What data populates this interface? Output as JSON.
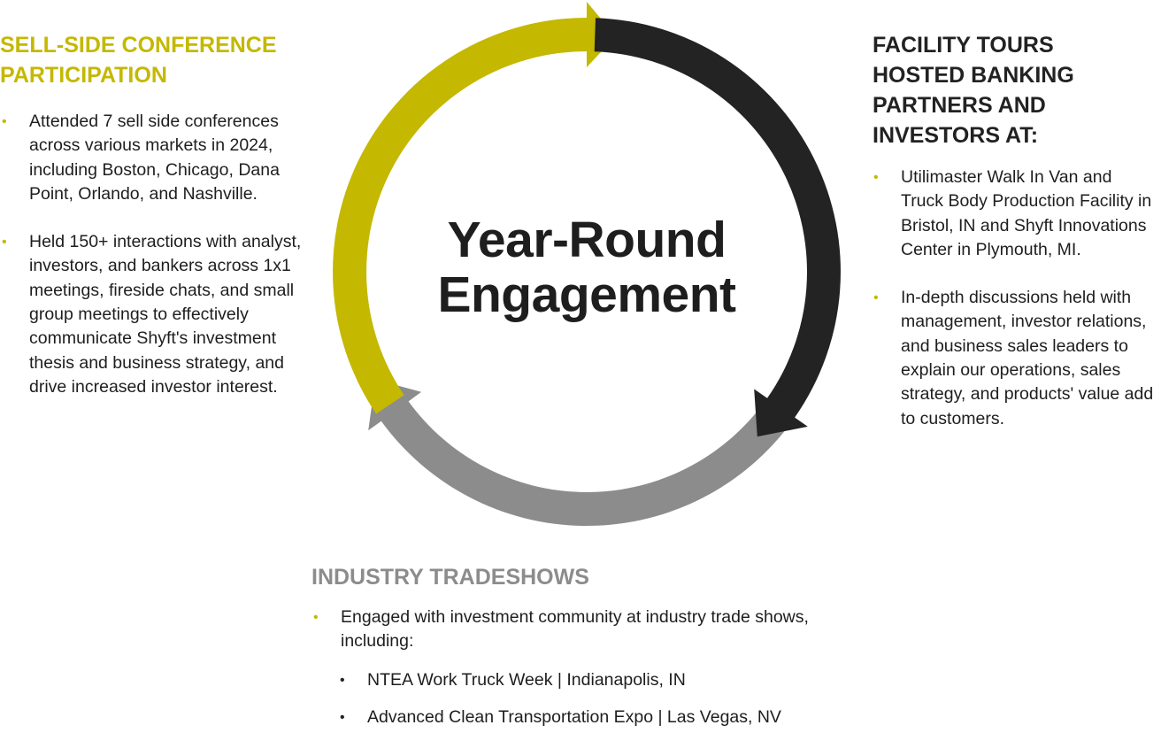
{
  "center": {
    "line1": "Year-Round",
    "line2": "Engagement"
  },
  "colors": {
    "yellow": "#c4b800",
    "black": "#232323",
    "gray": "#8c8c8c"
  },
  "left": {
    "heading_line1": "SELL-SIDE CONFERENCE",
    "heading_line2": "PARTICIPATION",
    "bullets": [
      "Attended 7 sell side conferences across various markets in 2024, including Boston, Chicago, Dana Point, Orlando, and Nashville.",
      "Held 150+ interactions with analyst, investors, and bankers across 1x1 meetings, fireside chats, and small group meetings to effectively communicate Shyft's investment thesis and business strategy, and drive increased investor interest."
    ]
  },
  "right": {
    "heading_lines": [
      "FACILITY TOURS",
      "HOSTED BANKING",
      "PARTNERS AND",
      "INVESTORS AT:"
    ],
    "bullets": [
      "Utilimaster Walk In Van and Truck Body Production Facility in Bristol, IN and Shyft Innovations Center in Plymouth, MI.",
      "In-depth discussions held with management, investor relations, and business sales leaders to explain our operations, sales strategy, and products' value add to customers."
    ]
  },
  "bottom": {
    "heading": "INDUSTRY TRADESHOWS",
    "bullet": "Engaged with investment community at industry trade shows, including:",
    "sub_bullets": [
      "NTEA Work Truck Week | Indianapolis, IN",
      "Advanced Clean Transportation Expo | Las Vegas, NV"
    ]
  },
  "bullet_glyph": "•"
}
